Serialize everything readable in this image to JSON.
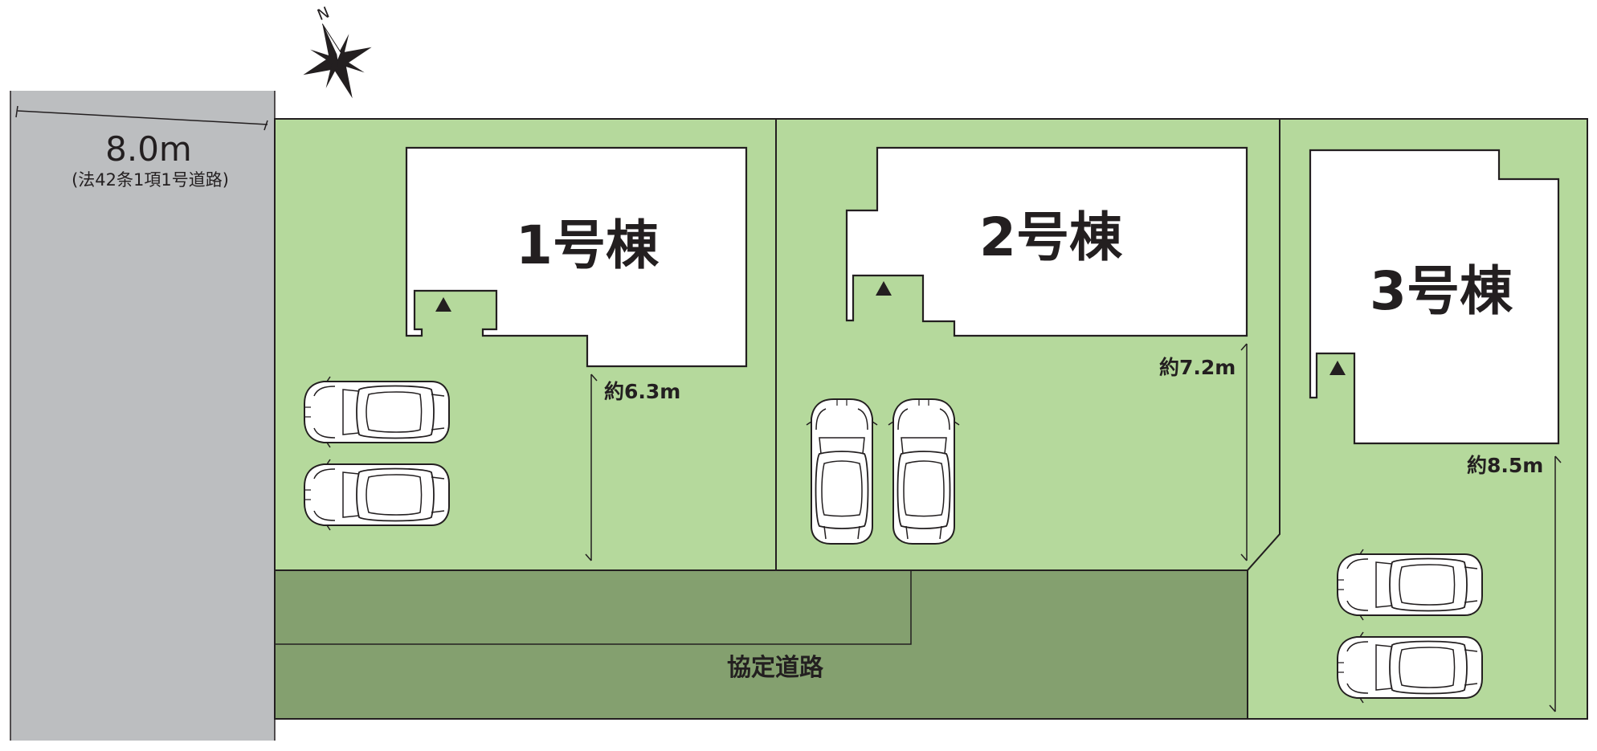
{
  "compass": {
    "north_label": "N"
  },
  "road": {
    "width_label": "8.0m",
    "note": "(法42条1項1号道路)",
    "color": "#bcbec0"
  },
  "buildings": [
    {
      "name": "1号棟",
      "depth_label": "約6.3m"
    },
    {
      "name": "2号棟",
      "depth_label": "約7.2m"
    },
    {
      "name": "3号棟",
      "depth_label": "約8.5m"
    }
  ],
  "private_road": {
    "label": "協定道路",
    "color": "#84a06f"
  },
  "colors": {
    "lot": "#b5d99c",
    "private_road": "#84a06f",
    "public_road": "#bcbec0",
    "building": "#ffffff",
    "line": "#231f20"
  },
  "icons": [
    "compass-rose-icon",
    "entrance-icon",
    "car-icon"
  ]
}
